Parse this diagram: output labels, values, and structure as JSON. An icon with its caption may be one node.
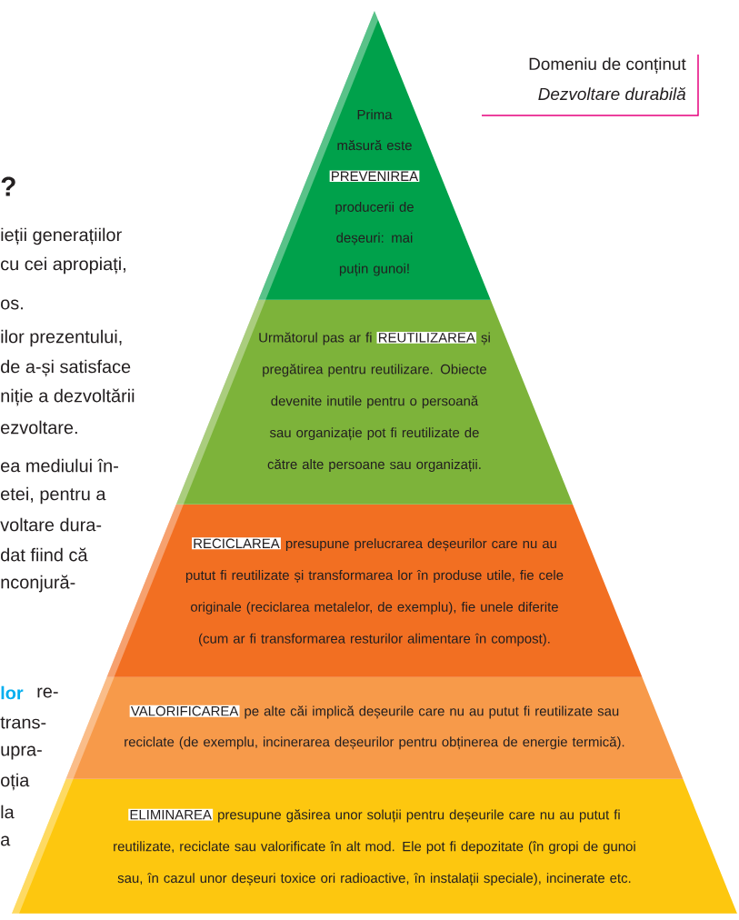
{
  "diagram": {
    "nodes": [
      {
        "text": [
          "Prima măsură este",
          "PREVENIREA",
          "producerii de deșeuri: mai puțin gunoi!"
        ]
      },
      {
        "text": [
          "Următorul pas ar fi",
          "REUTILIZAREA",
          "și pregătirea pentru reutilizare. Obiecte devenite inutile pentru o persoană sau organizație pot fi reutilizate de către alte persoane sau organizații."
        ]
      },
      {
        "text": [
          "RECICLAREA",
          "presupune prelucrarea deșeurilor care nu au putut fi reutilizate și transformarea lor în produse utile, fie cele originale (reciclarea metalelor, de exemplu), fie unele diferite (cum ar fi transformarea resturilor alimentare în compost)."
        ]
      },
      {
        "text": [
          "VALORIFICAREA",
          "pe alte căi implică deșeurile care nu au putut fi reutilizate sau reciclate (de exemplu, incinerarea deșeurilor pentru obținerea de energie termică)."
        ]
      },
      {
        "text": [
          "ELIMINAREA",
          "presupune găsirea unor soluții pentru deșeurile care nu au putut fi reutilizate, reciclate sau valorificate în alt mod. Ele pot fi depozitate (în gropi de gunoi sau, în cazul unor deșeuri toxice ori radioactive, în instalații speciale), incinerate etc."
        ]
      }
    ],
    "labels": [
      "Domeniu de conținut",
      "Dezvoltare durabilă",
      "?",
      "ieții generațiilor",
      "cu cei apropiați,",
      "os.",
      "ilor prezentului,",
      "de a-și satisface",
      "niție a dezvoltării",
      "ezvoltare.",
      "ea mediului în-",
      "etei, pentru a",
      "voltare dura-",
      "dat fiind că",
      "nconjură-",
      "lor",
      "re-",
      "trans-",
      "upra-",
      "oția",
      "la",
      "a"
    ]
  }
}
